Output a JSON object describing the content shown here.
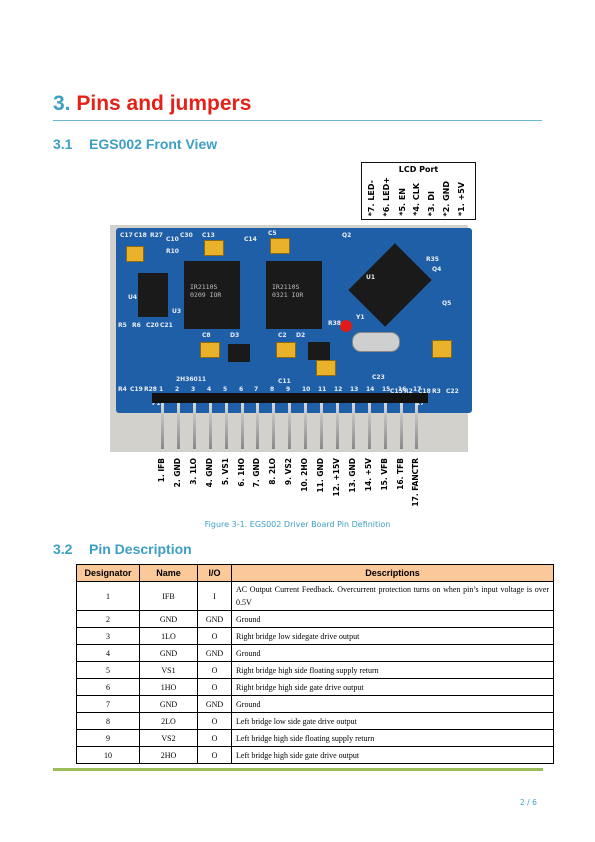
{
  "section": {
    "number": "3.",
    "title": "Pins and jumpers"
  },
  "sub1": {
    "number": "3.1",
    "title": "EGS002 Front View"
  },
  "lcd_port": {
    "title": "LCD Port",
    "pins": [
      "*7.  LED-",
      "*6.  LED+",
      "*5.  EN",
      "*4.  CLK",
      "*3.  DI",
      "*2.  GND",
      "*1.  +5V"
    ]
  },
  "board": {
    "chips": [
      "IR2110S\n0209 IOR",
      "IR2110S\n0321 IOR"
    ],
    "silkscreen": [
      "C17",
      "C18",
      "R27",
      "C10",
      "R10",
      "C30",
      "C13",
      "C14",
      "C5",
      "Q2",
      "U4",
      "U3",
      "R5",
      "R6",
      "C20",
      "C21",
      "C8",
      "D3",
      "C2",
      "D2",
      "R38",
      "Y1",
      "U1",
      "R35",
      "Q5",
      "Q4",
      "2H36011",
      "C11",
      "R4",
      "C19",
      "R28",
      "C23",
      "C15",
      "R2",
      "C18",
      "R3",
      "C22",
      "P1",
      "17"
    ],
    "header_numbers": [
      "1",
      "2",
      "3",
      "4",
      "5",
      "6",
      "7",
      "8",
      "9",
      "10",
      "11",
      "12",
      "13",
      "14",
      "15",
      "16",
      "17"
    ]
  },
  "pin_labels": [
    "1.  IFB",
    "2.  GND",
    "3.  1LO",
    "4.  GND",
    "5.  VS1",
    "6.  1HO",
    "7.  GND",
    "8.  2LO",
    "9.  VS2",
    "10.  2HO",
    "11.  GND",
    "12.  +15V",
    "13.  GND",
    "14.  +5V",
    "15.  VFB",
    "16.  TFB",
    "17.  FANCTR"
  ],
  "figure_caption": "Figure 3-1. EGS002 Driver Board Pin Definition",
  "sub2": {
    "number": "3.2",
    "title": "Pin Description"
  },
  "table": {
    "headers": [
      "Designator",
      "Name",
      "I/O",
      "Descriptions"
    ],
    "rows": [
      [
        "1",
        "IFB",
        "I",
        "AC Output Current Feedback. Overcurrent protection turns on when pin’s input voltage is over 0.5V"
      ],
      [
        "2",
        "GND",
        "GND",
        "Ground"
      ],
      [
        "3",
        "1LO",
        "O",
        "Right bridge low sidegate drive output"
      ],
      [
        "4",
        "GND",
        "GND",
        "Ground"
      ],
      [
        "5",
        "VS1",
        "O",
        "Right bridge high side floating supply return"
      ],
      [
        "6",
        "1HO",
        "O",
        "Right bridge high side gate drive output"
      ],
      [
        "7",
        "GND",
        "GND",
        "Ground"
      ],
      [
        "8",
        "2LO",
        "O",
        "Left bridge low side gate drive output"
      ],
      [
        "9",
        "VS2",
        "O",
        "Left bridge high side floating supply return"
      ],
      [
        "10",
        "2HO",
        "O",
        "Left bridge high side gate drive output"
      ]
    ]
  },
  "page_number": "2 / 6",
  "colors": {
    "heading_red": "#e32219",
    "heading_blue": "#3d9fc4",
    "table_header": "#fbc89a",
    "footer_rule": "#9cbb59",
    "pcb_blue": "#1f5fa8"
  }
}
